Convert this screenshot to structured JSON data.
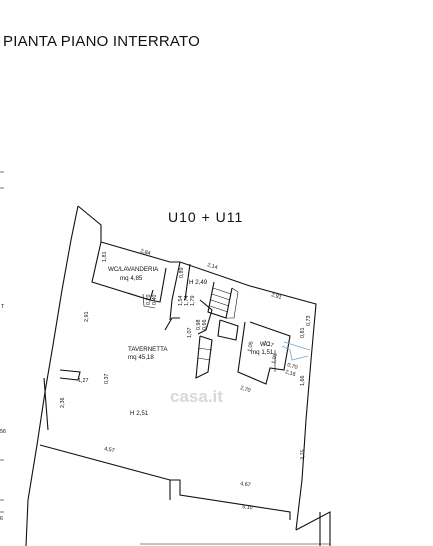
{
  "title": "PIANTA PIANO INTERRATO",
  "units_label": "U10  +  U11",
  "watermark": "casa.it",
  "rooms": {
    "wc_lavanderia": {
      "name": "WC/LAVANDERIA",
      "area": "mq 4,85"
    },
    "disimpegno": {
      "height": "H 2,49"
    },
    "taverna": {
      "name": "TAVERNETTA",
      "area": "mq 45,18",
      "height": "H 2,51"
    },
    "wc": {
      "name": "WC",
      "area": "mq 1,51"
    }
  },
  "dimensions": {
    "d_181": "1,81",
    "d_284": "2,84",
    "d_214": "2,14",
    "d_291a": "2,91",
    "d_291b": "2,91",
    "d_089": "0,89",
    "d_025": "0,25",
    "d_070a": "0,70",
    "d_040": "0,40",
    "d_154": "1,54",
    "d_174": "1,74",
    "d_179": "1,79",
    "d_098": "0,98",
    "d_066": "0,66",
    "d_107": "1,07",
    "d_105": "1,05",
    "d_117": "1,17",
    "d_073": "0,73",
    "d_081": "0,81",
    "d_103": "1,03",
    "d_070b": "0,70",
    "d_216": "2,16",
    "d_270": "2,70",
    "d_166": "1,66",
    "d_127": "1,27",
    "d_037": "0,37",
    "d_236": "2,36",
    "d_375": "3,75",
    "d_457": "4,57",
    "d_467": "4,67",
    "d_510": "5,10"
  },
  "edge_marks": {
    "left_a": "T",
    "left_b": "56",
    "bottom_left": "6"
  }
}
